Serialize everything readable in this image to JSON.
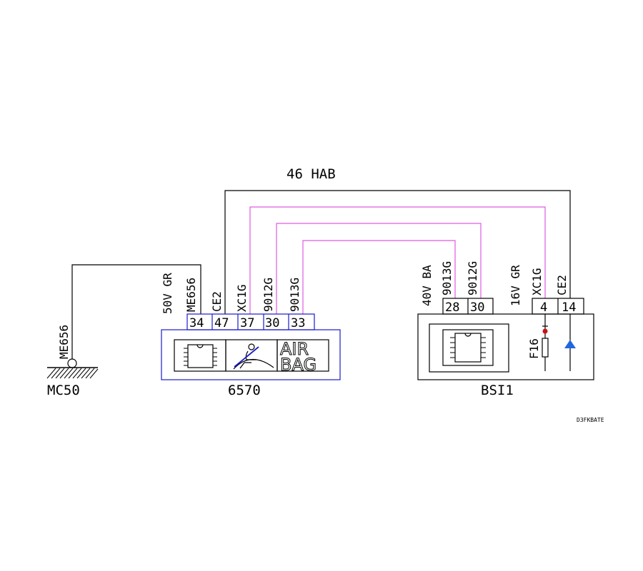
{
  "colors": {
    "wire_black": "#000000",
    "wire_magenta": "#e05ae0",
    "connector_blue": "#1a1acc",
    "fuse_red": "#cc1111",
    "ground_blue": "#2266dd"
  },
  "harness": {
    "label": "46  HAB"
  },
  "ground": {
    "wire_code": "ME656",
    "name": "MC50",
    "icon": "ground-hatch-icon"
  },
  "ecu_6570": {
    "name": "6570",
    "connector": "50V  GR",
    "wire_codes": [
      "ME656",
      "CE2",
      "XC1G",
      "9012G",
      "9013G"
    ],
    "pins": [
      "34",
      "47",
      "37",
      "30",
      "33"
    ],
    "icons": [
      "chip-icon",
      "seat-occupant-icon",
      "airbag-label"
    ],
    "airbag_line1": "AIR",
    "airbag_line2": "BAG"
  },
  "bsi": {
    "name": "BSI1",
    "connector_a": "40V  BA",
    "wire_codes_a": [
      "9013G",
      "9012G"
    ],
    "pins_a": [
      "28",
      "30"
    ],
    "connector_b": "16V  GR",
    "wire_codes_b": [
      "XC1G",
      "CE2"
    ],
    "pins_b": [
      "4",
      "14"
    ],
    "fuse": "F16"
  },
  "ref_code": "D3FKBATE"
}
